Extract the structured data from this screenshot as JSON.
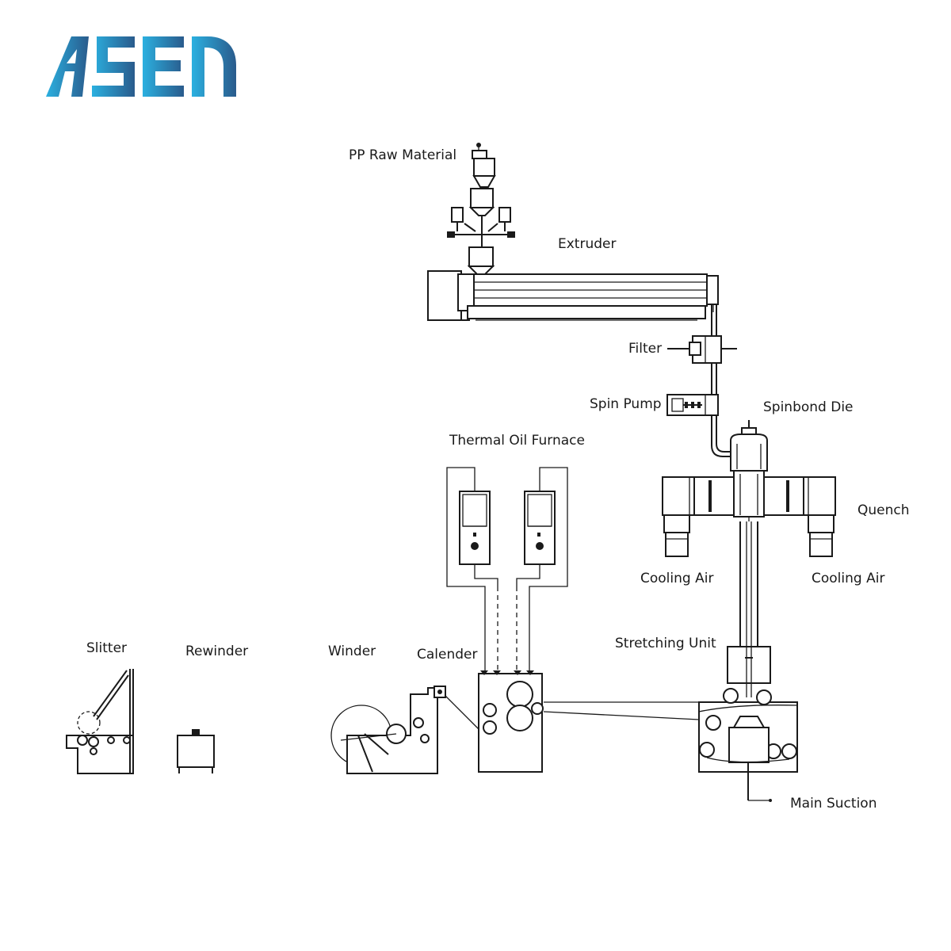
{
  "brand": {
    "logo_text": "ASEN",
    "colors": {
      "primary": "#1a8fc8",
      "secondary": "#2a4f7a"
    }
  },
  "labels": {
    "pp_raw_material": "PP Raw Material",
    "extruder": "Extruder",
    "filter": "Filter",
    "spin_pump": "Spin Pump",
    "spinbond_die": "Spinbond Die",
    "thermal_oil_furnace": "Thermal Oil Furnace",
    "quench": "Quench",
    "cooling_air_left": "Cooling Air",
    "cooling_air_right": "Cooling Air",
    "stretching_unit": "Stretching Unit",
    "slitter": "Slitter",
    "rewinder": "Rewinder",
    "winder": "Winder",
    "calender": "Calender",
    "main_suction": "Main Suction"
  },
  "colors": {
    "line": "#1a1a1a",
    "background": "#ffffff"
  }
}
